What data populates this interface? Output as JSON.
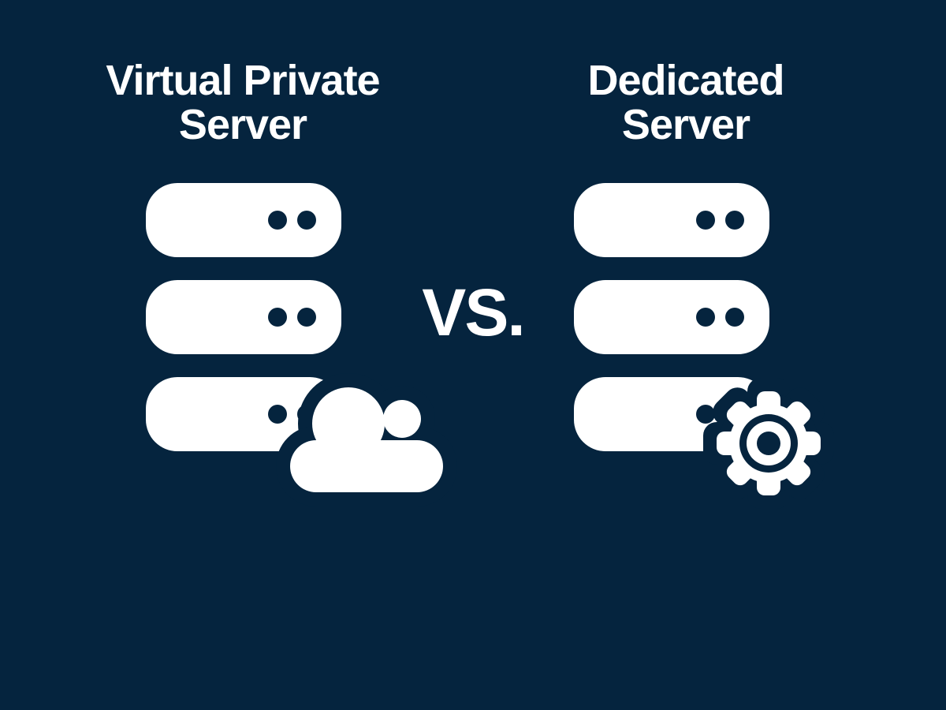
{
  "colors": {
    "background": "#05243E",
    "foreground": "#FFFFFF"
  },
  "left_panel": {
    "title": "Virtual Private Server",
    "title_lines": [
      "Virtual Private",
      "Server"
    ],
    "icon": "cloud-icon",
    "server_rows": 3
  },
  "divider": {
    "label": "VS."
  },
  "right_panel": {
    "title": "Dedicated Server",
    "title_lines": [
      "Dedicated",
      "Server"
    ],
    "icon": "gear-icon",
    "server_rows": 3
  }
}
